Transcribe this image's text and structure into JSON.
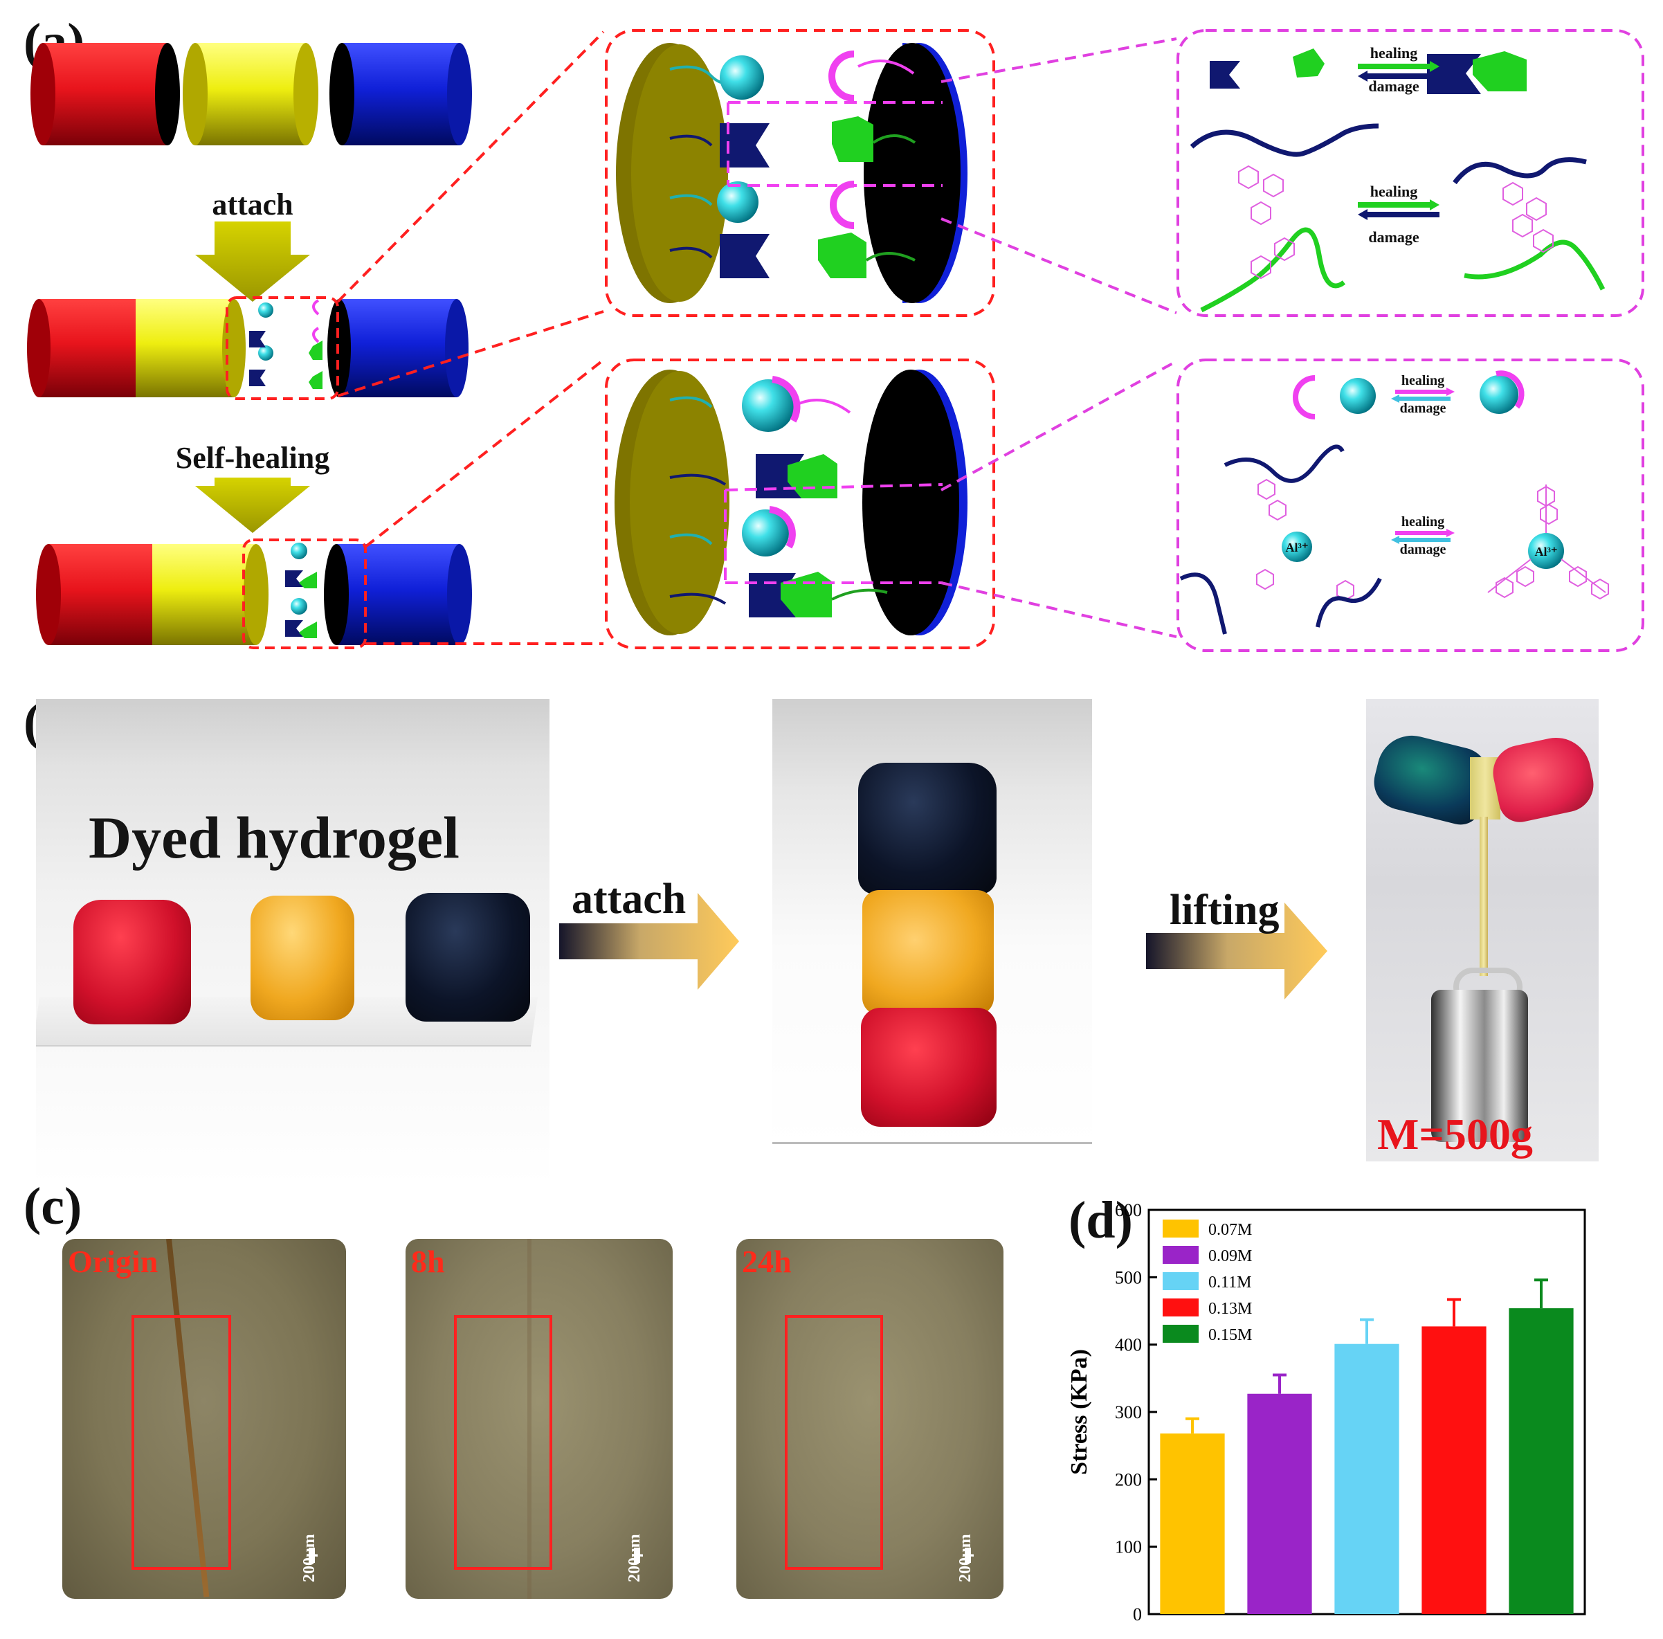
{
  "panels": {
    "a": {
      "label": "(a)",
      "attach": "attach",
      "selfheal": "Self-healing",
      "healing": "healing",
      "damage": "damage",
      "ion": "Al³⁺"
    },
    "b": {
      "label": "(b)",
      "title": "Dyed hydrogel",
      "attach": "attach",
      "lifting": "lifting",
      "mass": "M=500g"
    },
    "c": {
      "label": "(c)",
      "images": [
        {
          "label": "Origin",
          "scale": "200μm"
        },
        {
          "label": "8h",
          "scale": "200μm"
        },
        {
          "label": "24h",
          "scale": "200μm"
        }
      ]
    },
    "d": {
      "label": "(d)"
    }
  },
  "colors": {
    "red": "#e8141c",
    "yellow": "#e8e000",
    "blue": "#1020d8",
    "olive": "#c4b400",
    "cyan": "#38d8e0",
    "navy": "#101870",
    "green": "#20d020",
    "magenta": "#f040f0",
    "dash_red": "#ff2020",
    "dash_magenta": "#e040e0"
  },
  "chart_data": {
    "type": "bar",
    "categories": [
      "0.07M",
      "0.09M",
      "0.11M",
      "0.13M",
      "0.15M"
    ],
    "values": [
      268,
      327,
      401,
      427,
      454
    ],
    "errors": [
      22,
      28,
      36,
      40,
      42
    ],
    "colors": [
      "#ffc300",
      "#9a24c8",
      "#66d3f5",
      "#ff1010",
      "#0a8a1e"
    ],
    "ylabel": "Stress (KPa)",
    "ylim": [
      0,
      600
    ],
    "yticks": [
      0,
      100,
      200,
      300,
      400,
      500,
      600
    ],
    "legend": "top-left",
    "legend_entries": [
      "0.07M",
      "0.09M",
      "0.11M",
      "0.13M",
      "0.15M"
    ]
  }
}
